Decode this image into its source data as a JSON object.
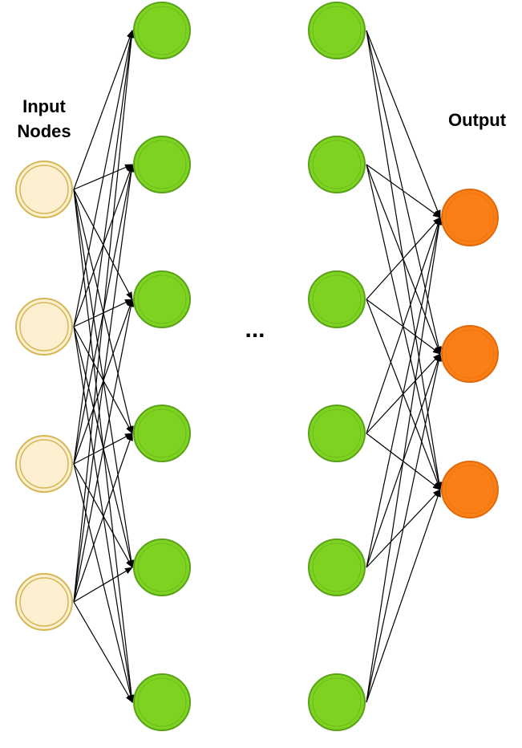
{
  "labels": {
    "input_line1": "Input",
    "input_line2": "Nodes",
    "output": "Output",
    "ellipsis": "..."
  },
  "colors": {
    "input_fill": "#fdf0d0",
    "input_stroke": "#d6b656",
    "hidden_fill": "#7ed321",
    "hidden_stroke": "#5aa21a",
    "output_fill": "#fa7f16",
    "output_stroke": "#e06a0c",
    "edge": "#000000"
  },
  "layers": {
    "input_count": 4,
    "first_hidden_count": 6,
    "last_hidden_count": 6,
    "output_count": 3
  }
}
